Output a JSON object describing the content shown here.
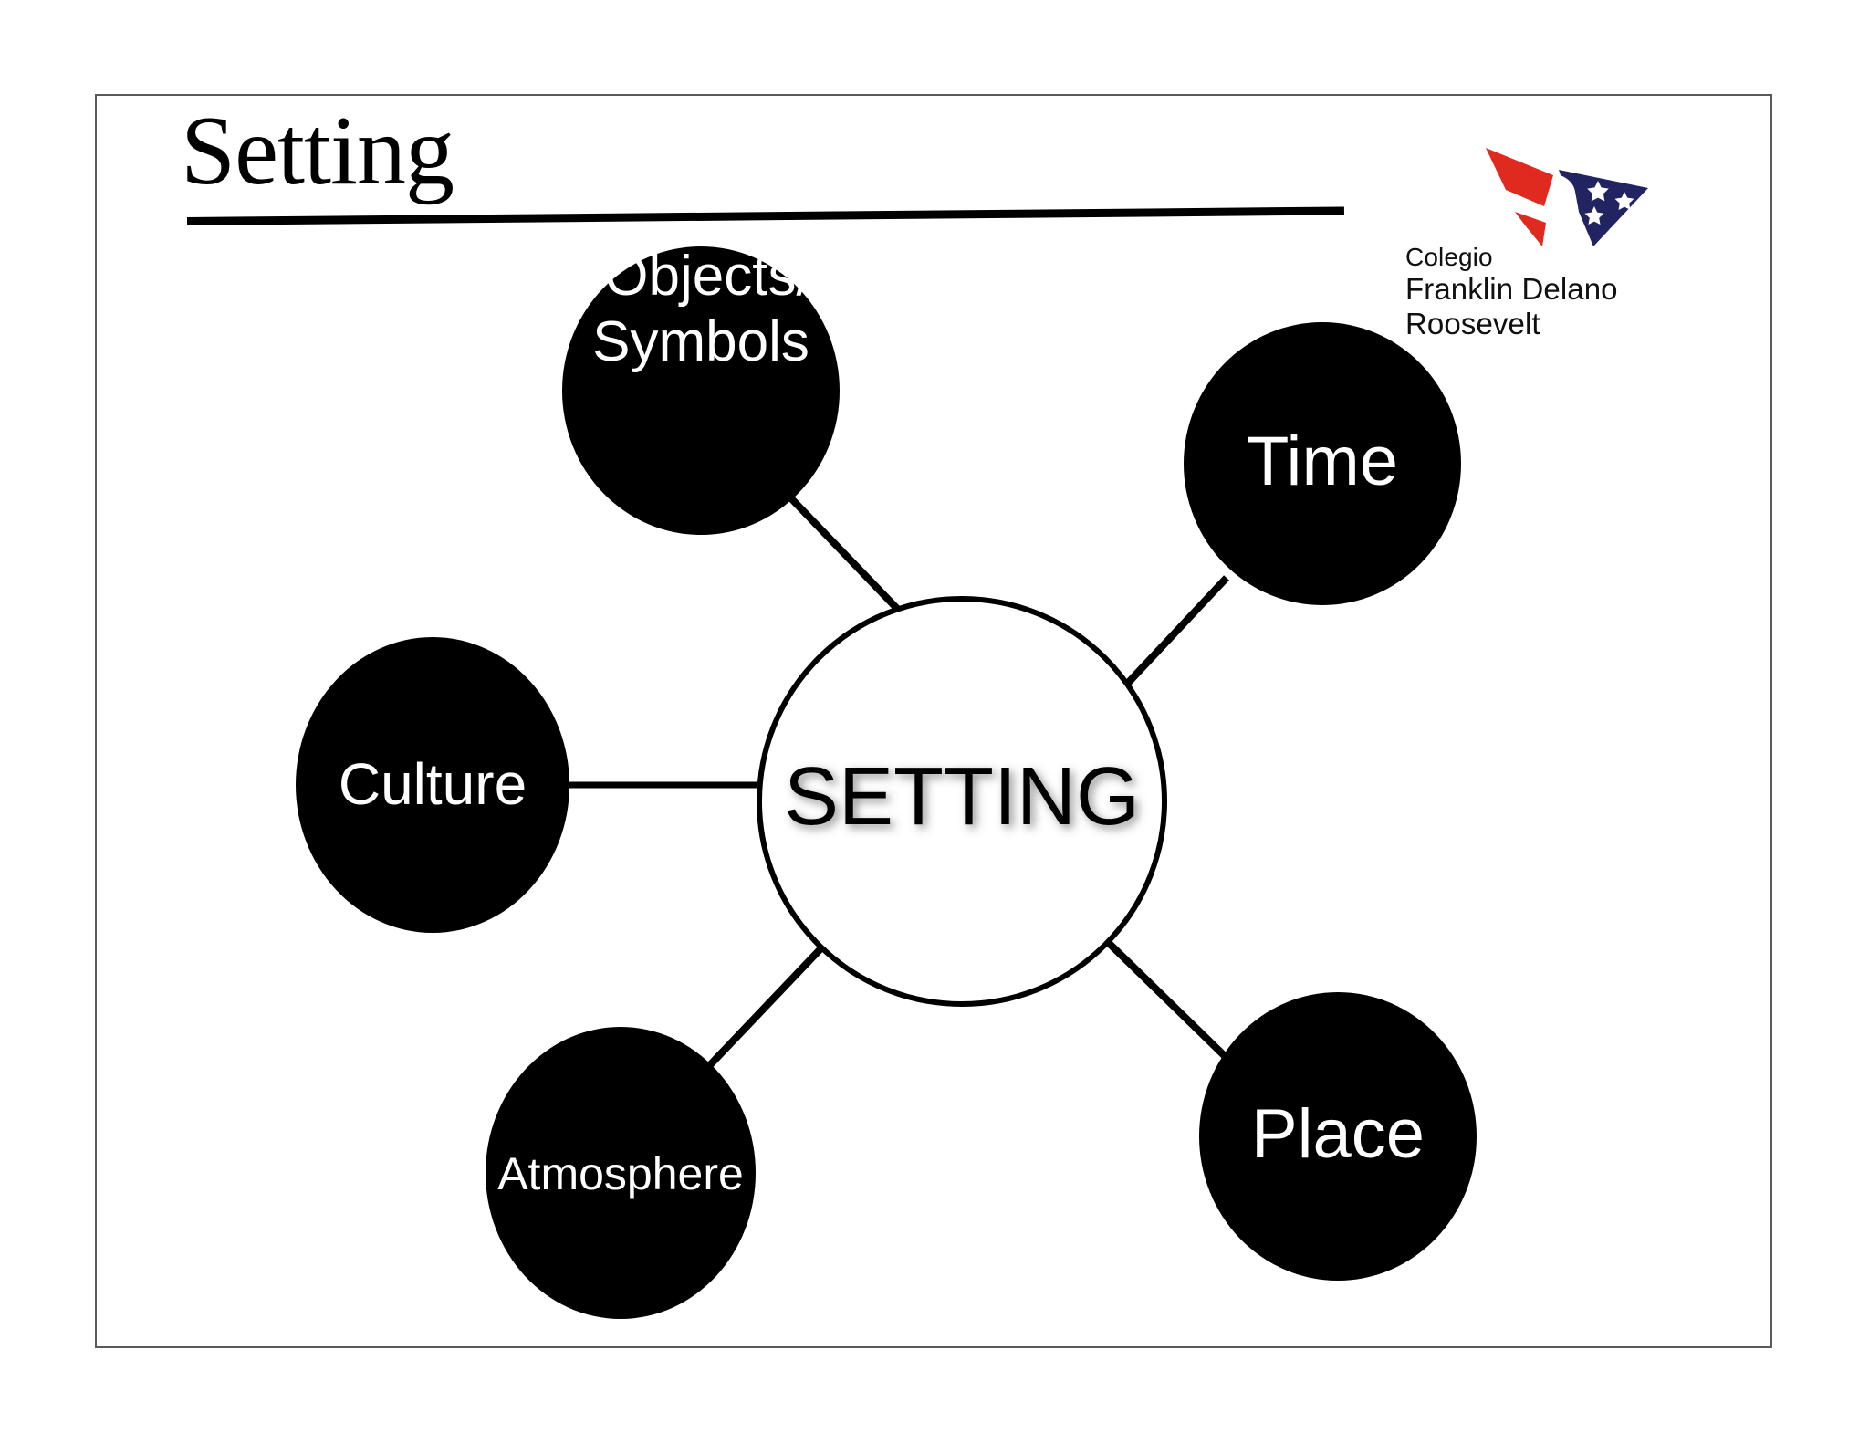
{
  "slide": {
    "title": "Setting",
    "background_color": "#ffffff",
    "frame_color": "#58585f"
  },
  "logo": {
    "name": "colegio-fdr-logo",
    "line1": "Colegio",
    "line2": "Franklin Delano Roosevelt",
    "red": "#e0291f",
    "navy": "#212461",
    "star_color": "#ffffff"
  },
  "diagram": {
    "type": "bubble-map",
    "center": {
      "label": "SETTING",
      "fill": "#ffffff",
      "stroke": "#000000",
      "text_color": "#000000"
    },
    "nodes": [
      {
        "id": "objects-symbols",
        "label_line1": "Objects/",
        "label_line2": "Symbols",
        "fill": "#000000",
        "text_color": "#ffffff"
      },
      {
        "id": "time",
        "label_line1": "Time",
        "label_line2": "",
        "fill": "#000000",
        "text_color": "#ffffff"
      },
      {
        "id": "culture",
        "label_line1": "Culture",
        "label_line2": "",
        "fill": "#000000",
        "text_color": "#ffffff"
      },
      {
        "id": "atmosphere",
        "label_line1": "Atmosphere",
        "label_line2": "",
        "fill": "#000000",
        "text_color": "#ffffff"
      },
      {
        "id": "place",
        "label_line1": "Place",
        "label_line2": "",
        "fill": "#000000",
        "text_color": "#ffffff"
      }
    ]
  }
}
